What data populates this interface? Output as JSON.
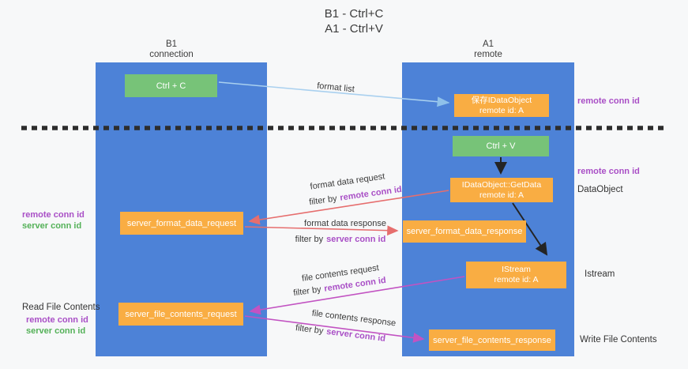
{
  "title": {
    "line1": "B1 - Ctrl+C",
    "line2": "A1 - Ctrl+V"
  },
  "columns": {
    "left": {
      "name": "B1",
      "role": "connection"
    },
    "right": {
      "name": "A1",
      "role": "remote"
    }
  },
  "boxes": {
    "ctrl_c": "Ctrl + C",
    "ctrl_v": "Ctrl + V",
    "save_dataobject": {
      "line1": "保存IDataObject",
      "line2": "remote id: A"
    },
    "getdata": {
      "line1": "IDataObject::GetData",
      "line2": "remote id: A"
    },
    "istream": {
      "line1": "IStream",
      "line2": "remote id: A"
    },
    "server_format_data_request": "server_format_data_request",
    "server_format_data_response": "server_format_data_response",
    "server_file_contents_request": "server_file_contents_request",
    "server_file_contents_response": "server_file_contents_response"
  },
  "arrow_labels": {
    "format_list": "format list",
    "format_data_request": "format data request",
    "format_data_response": "format data response",
    "file_contents_request": "file contents request",
    "file_contents_response": "file contents response",
    "filter_by": "filter by"
  },
  "terms": {
    "remote_conn_id": "remote conn id",
    "server_conn_id": "server conn id"
  },
  "side_labels": {
    "dataobject": "DataObject",
    "istream": "Istream",
    "read_file_contents": "Read File Contents",
    "write_file_contents": "Write File Contents"
  },
  "colors": {
    "column_blue": "#4d82d7",
    "box_orange": "#f9ad43",
    "box_green": "#77c378",
    "label_purple": "#a94fc6",
    "label_green": "#54b158",
    "arrow_red": "#e66e6e",
    "arrow_magenta": "#c253c2",
    "arrow_lightblue": "#a9d0ef",
    "arrow_black": "#242424",
    "dashed_line": "#2d2d2d"
  }
}
